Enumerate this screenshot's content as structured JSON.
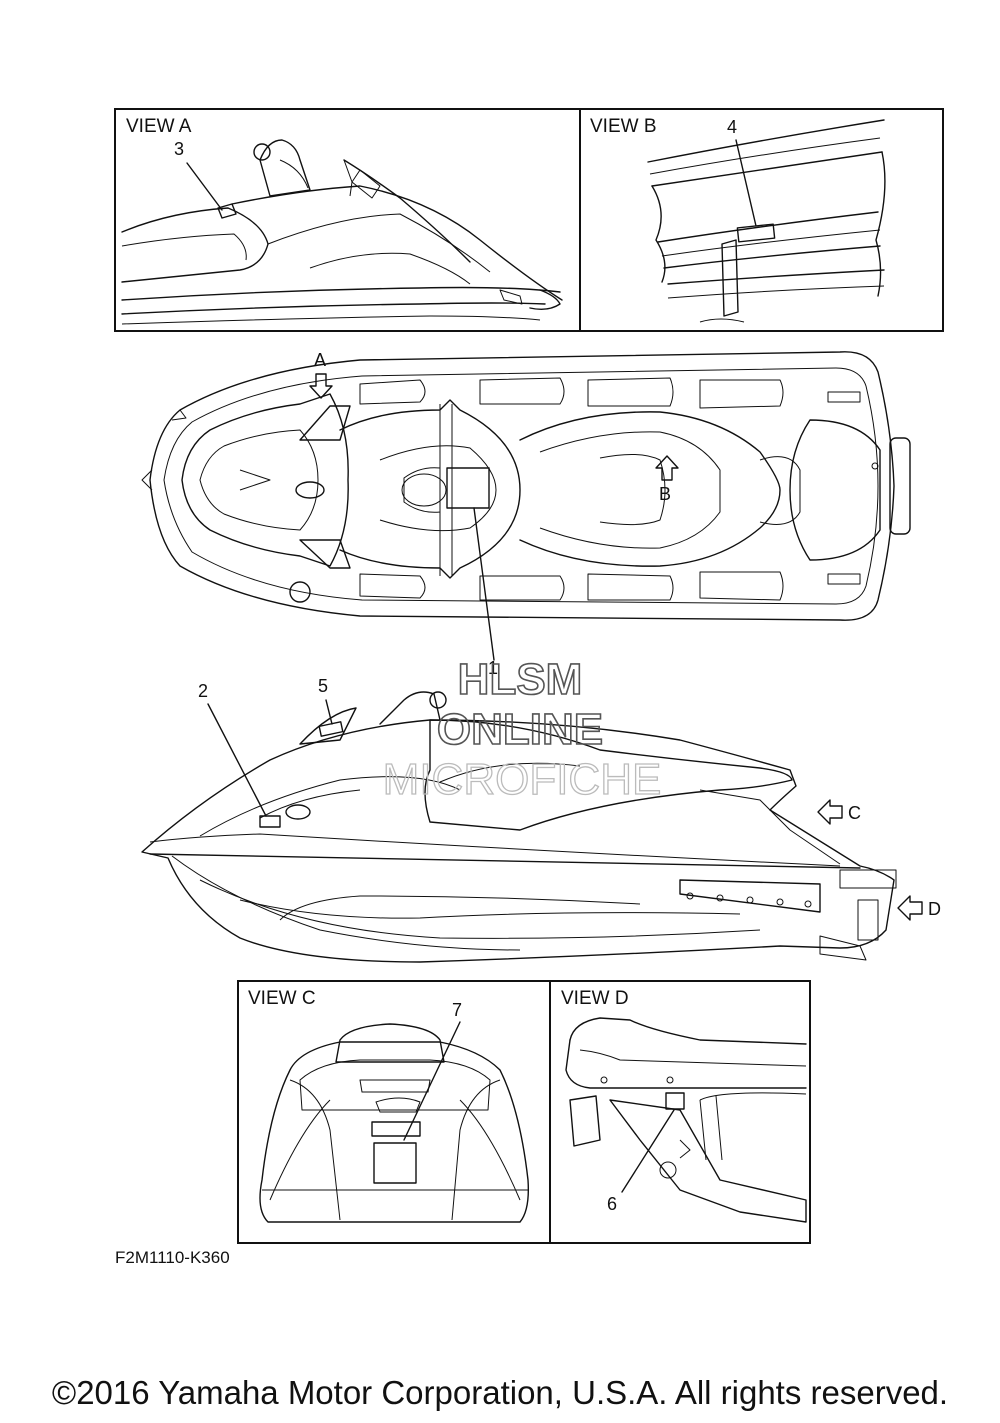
{
  "diagram": {
    "views": {
      "a": {
        "label": "VIEW A"
      },
      "b": {
        "label": "VIEW B"
      },
      "c": {
        "label": "VIEW C"
      },
      "d": {
        "label": "VIEW D"
      }
    },
    "callouts": {
      "c1": "1",
      "c2": "2",
      "c3": "3",
      "c4": "4",
      "c5": "5",
      "c6": "6",
      "c7": "7"
    },
    "view_markers": {
      "a": "A",
      "b": "B",
      "c": "C",
      "d": "D"
    },
    "figure_code": "F2M1110-K360"
  },
  "watermark": {
    "line1": "HLSM",
    "line2": "ONLINE",
    "line3": "MICROFICHE"
  },
  "footer": {
    "copyright": "©2016 Yamaha Motor Corporation, U.S.A. All rights reserved."
  }
}
